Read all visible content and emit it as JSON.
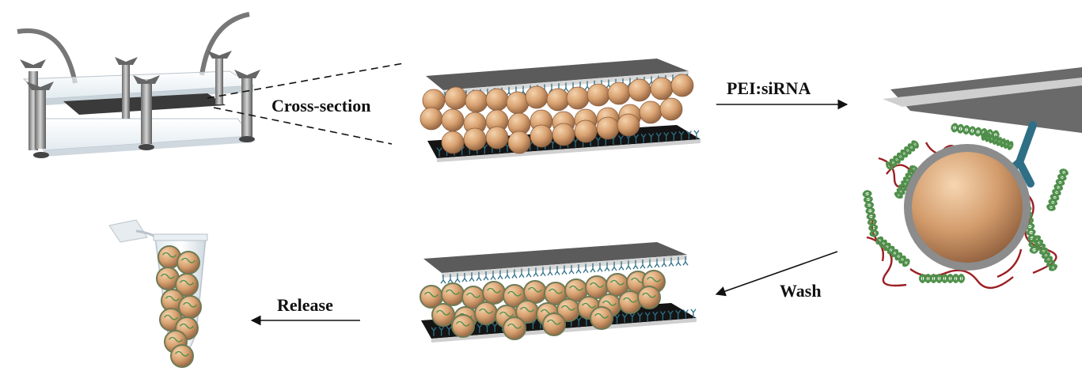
{
  "labels": {
    "cross_section": "Cross-section",
    "pei_sirna": "PEI:siRNA",
    "wash": "Wash",
    "release": "Release"
  },
  "colors": {
    "bead": "#d9a271",
    "bead_dark": "#a8704a",
    "plate": "#555555",
    "base": "#141414",
    "antibody": "#2e6f86",
    "pei": "#9c1f24",
    "sirna": "#4f8f4a"
  },
  "icons": [
    "clamp-device-icon",
    "bead-sandwich-icon",
    "bead-closeup-icon",
    "tube-icon"
  ]
}
